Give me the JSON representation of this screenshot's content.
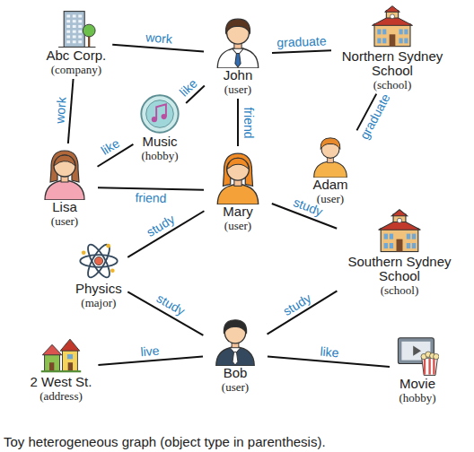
{
  "diagram": {
    "caption": "Toy heterogeneous graph (object type in parenthesis).",
    "nodes": [
      {
        "text": [
          "Abc Corp.",
          "(company)"
        ]
      },
      {
        "text": [
          "John",
          "(user)"
        ]
      },
      {
        "text": [
          "Northern Sydney School",
          "(school)"
        ]
      },
      {
        "text": [
          "Music",
          "(hobby)"
        ]
      },
      {
        "text": [
          "Adam",
          "(user)"
        ]
      },
      {
        "text": [
          "Lisa",
          "(user)"
        ]
      },
      {
        "text": [
          "Mary",
          "(user)"
        ]
      },
      {
        "text": [
          "Physics",
          "(major)"
        ]
      },
      {
        "text": [
          "Southern Sydney School",
          "(school)"
        ]
      },
      {
        "text": [
          "2 West St.",
          "(address)"
        ]
      },
      {
        "text": [
          "Bob",
          "(user)"
        ]
      },
      {
        "text": [
          "Movie",
          "(hobby)"
        ]
      }
    ],
    "edges": [
      {
        "from": 0,
        "to": 1,
        "label": "work",
        "arrow": "none"
      },
      {
        "from": 1,
        "to": 2,
        "label": "graduate",
        "arrow": "none"
      },
      {
        "from": 1,
        "to": 3,
        "label": "like",
        "arrow": "none"
      },
      {
        "from": 1,
        "to": 6,
        "label": "friend",
        "arrow": "none"
      },
      {
        "from": 0,
        "to": 5,
        "label": "work",
        "arrow": "none"
      },
      {
        "from": 5,
        "to": 3,
        "label": "like",
        "arrow": "none"
      },
      {
        "from": 4,
        "to": 2,
        "label": "graduate",
        "arrow": "none"
      },
      {
        "from": 5,
        "to": 6,
        "label": "friend",
        "arrow": "none"
      },
      {
        "from": 6,
        "to": 7,
        "label": "study",
        "arrow": "none"
      },
      {
        "from": 6,
        "to": 8,
        "label": "study",
        "arrow": "none"
      },
      {
        "from": 7,
        "to": 10,
        "label": "study",
        "arrow": "none"
      },
      {
        "from": 8,
        "to": 10,
        "label": "study",
        "arrow": "none"
      },
      {
        "from": 9,
        "to": 10,
        "label": "live",
        "arrow": "none"
      },
      {
        "from": 10,
        "to": 11,
        "label": "like",
        "arrow": "none"
      }
    ]
  }
}
